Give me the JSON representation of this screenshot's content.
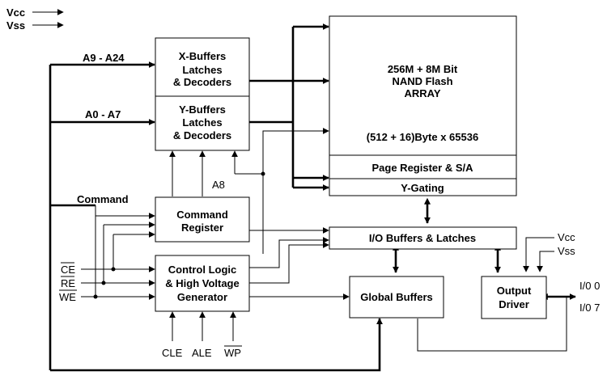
{
  "power": {
    "vcc": "Vcc",
    "vss": "Vss"
  },
  "bus": {
    "upper_address": "A9 - A24",
    "lower_address": "A0 - A7",
    "command": "Command",
    "a8": "A8"
  },
  "blocks": {
    "x_buffers": [
      "X-Buffers",
      "Latches",
      "& Decoders"
    ],
    "y_buffers": [
      "Y-Buffers",
      "Latches",
      "& Decoders"
    ],
    "command_register": [
      "Command",
      "Register"
    ],
    "control_logic": [
      "Control Logic",
      "& High Voltage",
      "Generator"
    ],
    "flash_array": [
      "256M + 8M Bit",
      "NAND Flash",
      "ARRAY"
    ],
    "flash_org": "(512 + 16)Byte x 65536",
    "page_register": "Page Register & S/A",
    "y_gating": "Y-Gating",
    "io_buffers": "I/O Buffers & Latches",
    "global_buffers": "Global Buffers",
    "output_driver": [
      "Output",
      "Driver"
    ]
  },
  "signals": {
    "ce": "CE",
    "re": "RE",
    "we": "WE",
    "cle": "CLE",
    "ale": "ALE",
    "wp": "WP",
    "out_vcc": "Vcc",
    "out_vss": "Vss",
    "io0": "I/0 0",
    "io7": "I/0 7"
  }
}
